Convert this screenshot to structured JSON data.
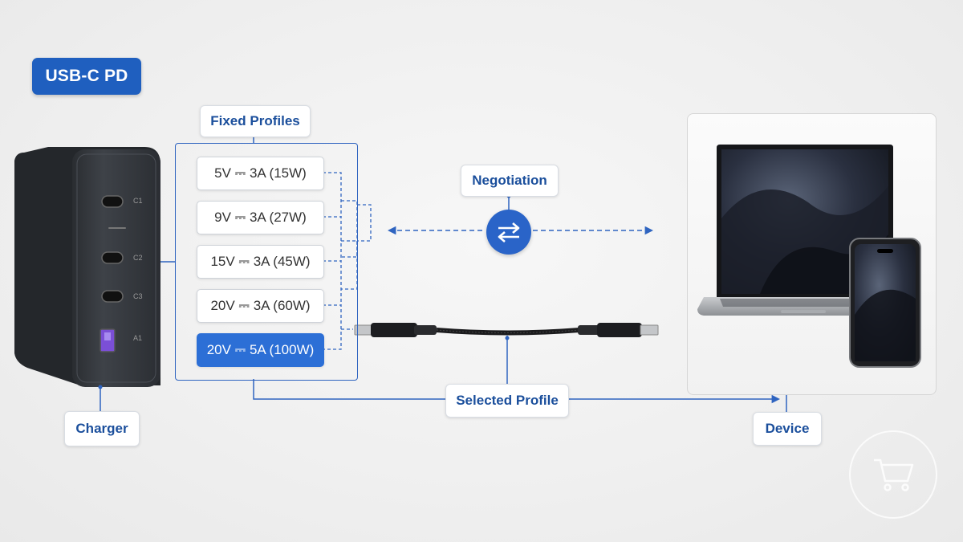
{
  "badge": {
    "label": "USB-C PD"
  },
  "labels": {
    "fixed_profiles": "Fixed Profiles",
    "negotiation": "Negotiation",
    "selected_profile": "Selected Profile",
    "charger": "Charger",
    "device": "Device"
  },
  "profiles": [
    {
      "text": "5V ⎓ 3A (15W)",
      "selected": false
    },
    {
      "text": "9V ⎓ 3A (27W)",
      "selected": false
    },
    {
      "text": "15V ⎓ 3A (45W)",
      "selected": false
    },
    {
      "text": "20V ⎓ 3A (60W)",
      "selected": false
    },
    {
      "text": "20V ⎓ 5A (100W)",
      "selected": true
    }
  ],
  "charger_ports": [
    "C1",
    "C2",
    "C3",
    "A1"
  ],
  "icons": {
    "negotiation": "swap-arrows-icon",
    "watermark": "cart-logo-icon"
  },
  "colors": {
    "accent": "#1f5fbf",
    "line": "#2f64c0",
    "selected": "#2c6fd6",
    "usb_a_port": "#7b4fd6"
  }
}
